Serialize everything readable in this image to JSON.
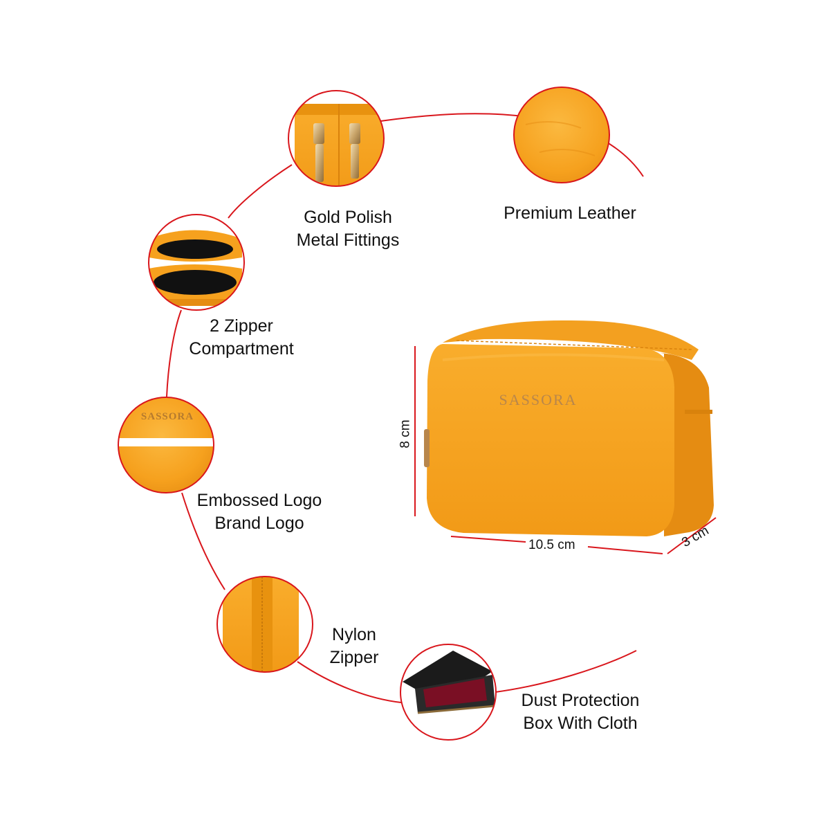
{
  "features": {
    "fittings": {
      "line1": "Gold Polish",
      "line2": "Metal Fittings"
    },
    "leather": {
      "line1": "Premium Leather"
    },
    "compartment": {
      "line1": "2 Zipper",
      "line2": "Compartment"
    },
    "logo": {
      "line1": "Embossed Logo",
      "line2": "Brand Logo",
      "emboss_text": "SASSORA"
    },
    "zipper": {
      "line1": "Nylon",
      "line2": "Zipper"
    },
    "box": {
      "line1": "Dust Protection",
      "line2": "Box With Cloth"
    }
  },
  "product": {
    "brand_text": "SASSORA",
    "height_label": "8 cm",
    "width_label": "10.5 cm",
    "depth_label": "3 cm"
  },
  "colors": {
    "arc": "#d9161c",
    "leather": "#f6a11e",
    "leather_dark": "#e08a10",
    "leather_light": "#fbb63f",
    "gold": "#c9a56a",
    "box_black": "#1b1b1b",
    "cloth_red": "#7a0f24"
  }
}
